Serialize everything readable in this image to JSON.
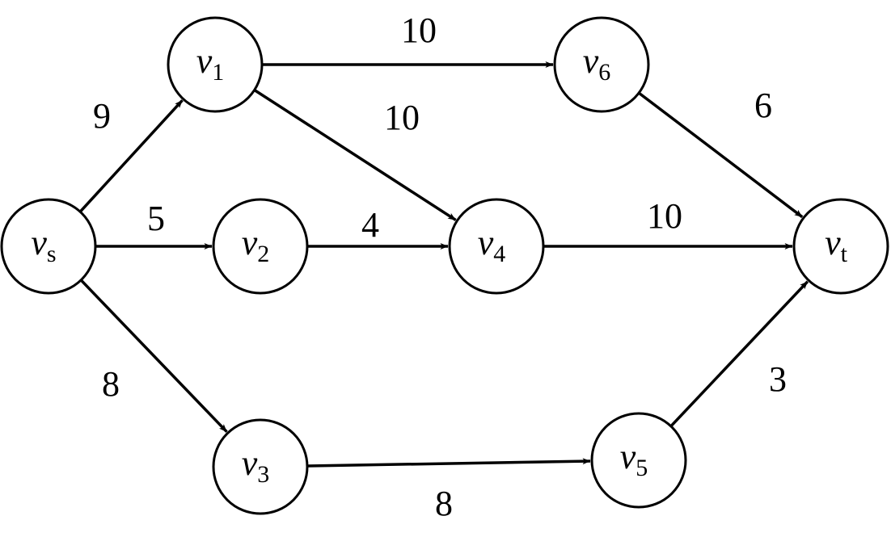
{
  "diagram": {
    "nodes": [
      {
        "id": "vs",
        "main": "v",
        "sub": "s"
      },
      {
        "id": "v1",
        "main": "v",
        "sub": "1"
      },
      {
        "id": "v2",
        "main": "v",
        "sub": "2"
      },
      {
        "id": "v3",
        "main": "v",
        "sub": "3"
      },
      {
        "id": "v4",
        "main": "v",
        "sub": "4"
      },
      {
        "id": "v5",
        "main": "v",
        "sub": "5"
      },
      {
        "id": "v6",
        "main": "v",
        "sub": "6"
      },
      {
        "id": "vt",
        "main": "v",
        "sub": "t"
      }
    ],
    "edges": [
      {
        "from": "vs",
        "to": "v1",
        "weight": "9"
      },
      {
        "from": "vs",
        "to": "v2",
        "weight": "5"
      },
      {
        "from": "vs",
        "to": "v3",
        "weight": "8"
      },
      {
        "from": "v1",
        "to": "v6",
        "weight": "10"
      },
      {
        "from": "v1",
        "to": "v4",
        "weight": "10"
      },
      {
        "from": "v2",
        "to": "v4",
        "weight": "4"
      },
      {
        "from": "v4",
        "to": "vt",
        "weight": "10"
      },
      {
        "from": "v6",
        "to": "vt",
        "weight": "6"
      },
      {
        "from": "v3",
        "to": "v5",
        "weight": "8"
      },
      {
        "from": "v5",
        "to": "vt",
        "weight": "3"
      }
    ]
  }
}
